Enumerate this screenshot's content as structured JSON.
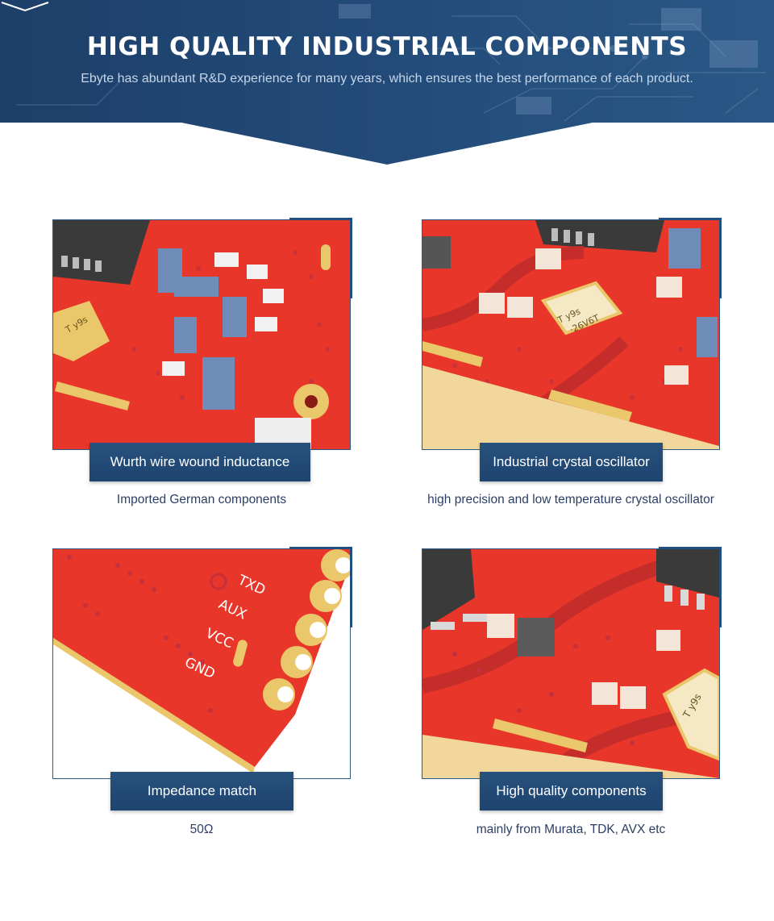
{
  "banner": {
    "title": "HIGH QUALITY INDUSTRIAL COMPONENTS",
    "subtitle": "Ebyte has abundant R&D experience for many years, which ensures the best performance of each product."
  },
  "cards": [
    {
      "label": "Wurth wire wound inductance",
      "description": "Imported German components"
    },
    {
      "label": "Industrial crystal oscillator",
      "description": "high precision and low temperature crystal oscillator"
    },
    {
      "label": "Impedance match",
      "description": "50Ω"
    },
    {
      "label": "High quality components",
      "description": "mainly from Murata, TDK, AVX etc"
    }
  ],
  "pcb_text": {
    "crystal": "T  y9s",
    "crystal2": "·26V6T",
    "pins": [
      "TXD",
      "AUX",
      "VCC",
      "GND"
    ]
  },
  "colors": {
    "banner": "#1f4673",
    "accent": "#1e4470",
    "pcb_red": "#e8372a",
    "gold": "#e9c76a"
  },
  "icons": {
    "chevron": "chevron-down-icon"
  }
}
